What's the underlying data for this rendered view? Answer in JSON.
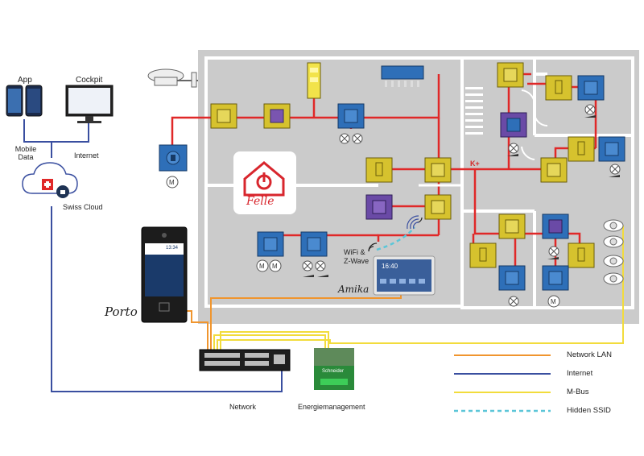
{
  "labels": {
    "app": "App",
    "cockpit": "Cockpit",
    "mobile_data": "Mobile\nData",
    "internet": "Internet",
    "swiss_cloud": "Swiss Cloud",
    "wifi_zwave": "WiFi &\nZ-Wave",
    "kplus": "K+",
    "network": "Network",
    "energie": "Energiemanagement",
    "porto_brand": "Porto",
    "amika_brand": "Amika",
    "felle_brand": "Felle",
    "intercom_time": "13:34",
    "tablet_time": "16:40",
    "schneider": "Schneider"
  },
  "legend": [
    {
      "label": "Network LAN",
      "color": "#f0952e",
      "style": "solid"
    },
    {
      "label": "Internet",
      "color": "#3a4fa0",
      "style": "solid"
    },
    {
      "label": "M-Bus",
      "color": "#f2dc3c",
      "style": "solid"
    },
    {
      "label": "Hidden SSID",
      "color": "#5cc6d8",
      "style": "dashed"
    }
  ],
  "colors": {
    "floorplan": "#cbcbcb",
    "wall": "#ffffff",
    "bus_red": "#e02828",
    "switch_yellow": "#d6c22e",
    "switch_blue": "#2e6fb8",
    "switch_purple": "#6a4aa6"
  }
}
